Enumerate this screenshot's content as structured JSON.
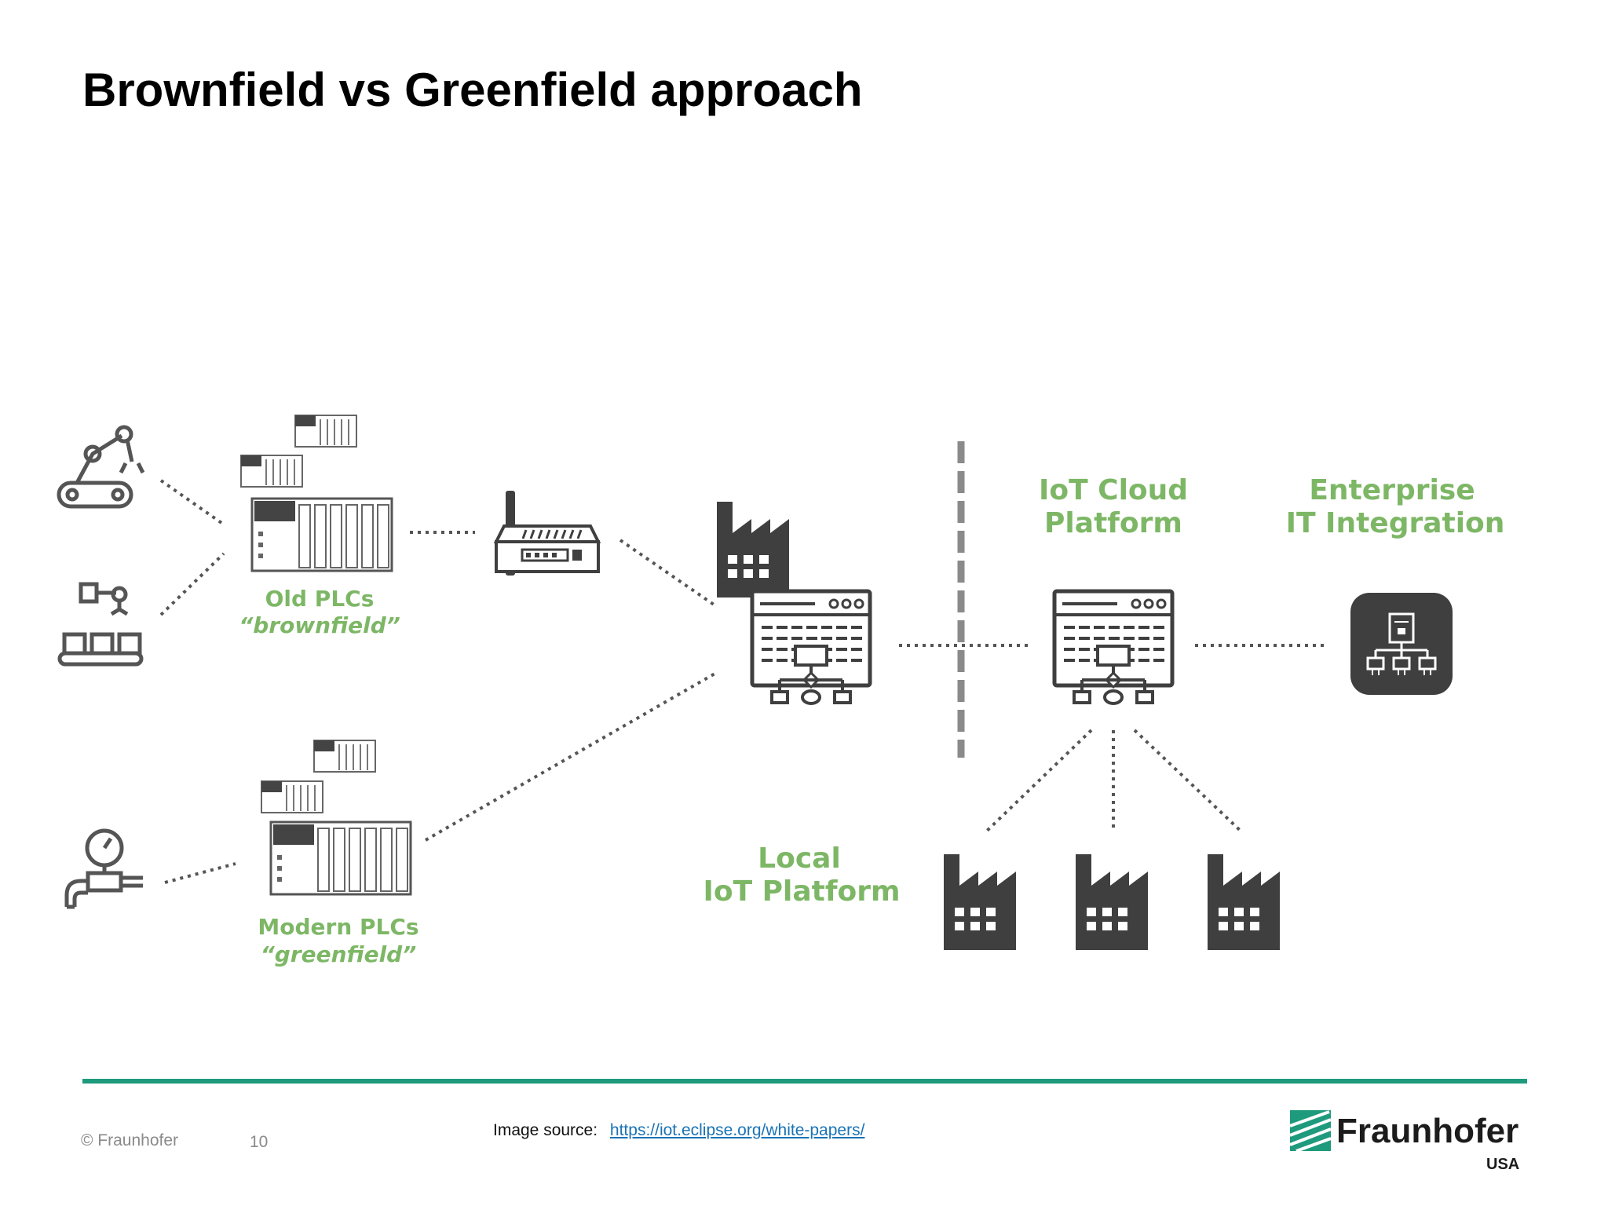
{
  "slide": {
    "title": "Brownfield vs Greenfield approach",
    "page_number": "10",
    "copyright": "© Fraunhofer"
  },
  "diagram": {
    "old_plcs": {
      "line1": "Old PLCs",
      "line2": "“brownfield”"
    },
    "modern_plcs": {
      "line1": "Modern PLCs",
      "line2": "“greenfield”"
    },
    "iot_cloud": {
      "line1": "IoT Cloud",
      "line2": "Platform"
    },
    "enterprise": {
      "line1": "Enterprise",
      "line2": "IT Integration"
    },
    "local_iot": {
      "line1": "Local",
      "line2": "IoT Platform"
    },
    "icons": [
      "robot-arm-icon",
      "conveyor-icon",
      "pressure-gauge-icon",
      "plc-rack-icon",
      "gateway-router-icon",
      "factory-icon",
      "platform-window-icon",
      "enterprise-network-icon"
    ],
    "colors": {
      "label_green": "#7db766",
      "icon_gray": "#555555",
      "dashed_divider": "#8a8a8a"
    }
  },
  "footer": {
    "source_label": "Image source:",
    "source_url": "https://iot.eclipse.org/white-papers/",
    "logo_name": "Fraunhofer",
    "logo_sub": "USA",
    "rule_color": "#1e9a7c"
  }
}
